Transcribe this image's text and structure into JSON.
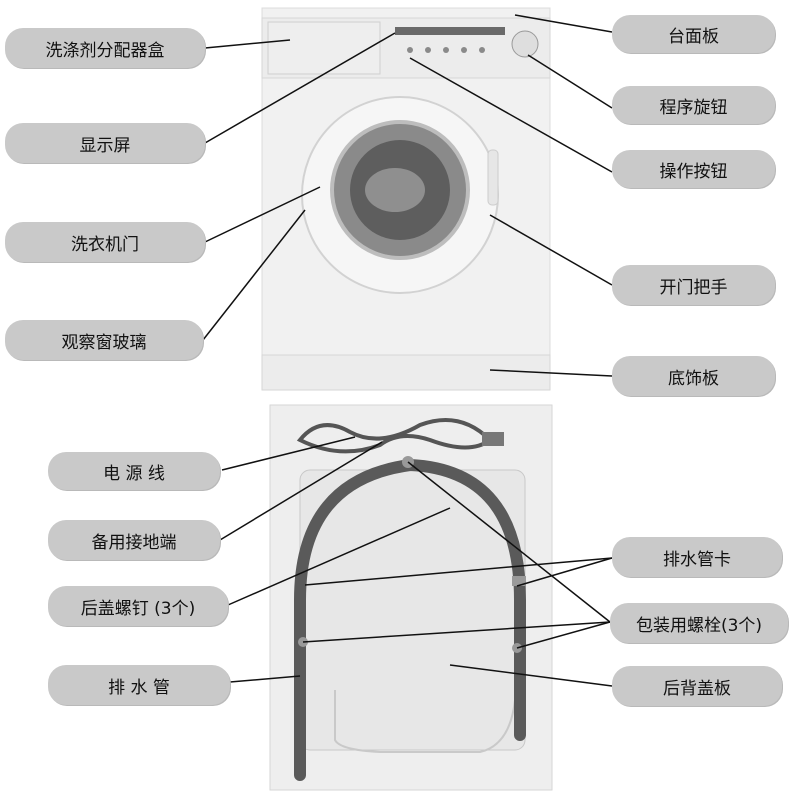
{
  "front_labels": {
    "detergent_box": "洗涤剂分配器盒",
    "display": "显示屏",
    "door": "洗衣机门",
    "window": "观察窗玻璃",
    "top_panel": "台面板",
    "program_knob": "程序旋钮",
    "buttons": "操作按钮",
    "handle": "开门把手",
    "bottom_trim": "底饰板"
  },
  "back_labels": {
    "power_cord": "电 源 线",
    "ground": "备用接地端",
    "screws": "后盖螺钉 (3个)",
    "drain_hose": "排 水 管",
    "hose_clip": "排水管卡",
    "transport_bolts": "包装用螺栓(3个)",
    "back_cover": "后背盖板"
  },
  "colors": {
    "label_bg": "#c9c9c9",
    "line": "#111111",
    "hose": "#555555"
  }
}
